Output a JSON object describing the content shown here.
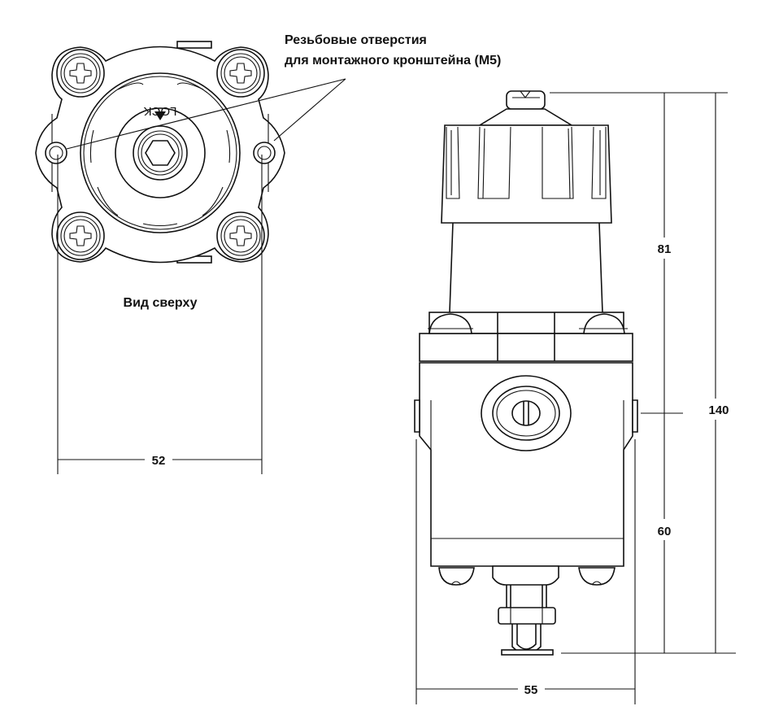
{
  "annotations": {
    "mounting_holes_line1": "Резьбовые отверстия",
    "mounting_holes_line2": "для монтажного кронштейна (M5)",
    "top_view_caption": "Вид сверху",
    "lock_marking": "LOCK"
  },
  "dimensions": {
    "top_view_width": "52",
    "side_view_width": "55",
    "upper_height": "81",
    "lower_height": "60",
    "total_height": "140"
  },
  "colors": {
    "line": "#111111",
    "background": "#ffffff"
  }
}
